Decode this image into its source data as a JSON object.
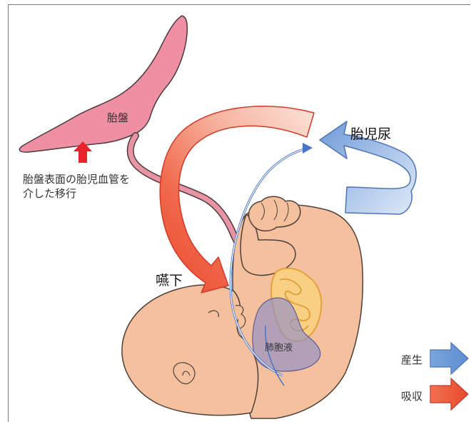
{
  "labels": {
    "placenta": "胎盤",
    "placenta_transfer_line1": "胎盤表面の胎児血管を",
    "placenta_transfer_line2": "介した移行",
    "fetal_urine": "胎児尿",
    "swallowing": "嚥下",
    "lung_fluid": "肺胞液"
  },
  "legend": {
    "production": "産生",
    "absorption": "吸収"
  },
  "colors": {
    "placenta": "#ee8fa3",
    "placenta_stroke": "#4a3a3d",
    "skin": "#f4c09e",
    "skin_stroke": "#4d4038",
    "production_arrow": "#6e9ad6",
    "absorption_arrow": "#ee5a3c",
    "intestine": "#f9cf83",
    "lung": "#8f8fc8",
    "cord": "#e994a4",
    "thin_arrow": "#4a74c6",
    "transfer_arrow": "#e8232a"
  }
}
